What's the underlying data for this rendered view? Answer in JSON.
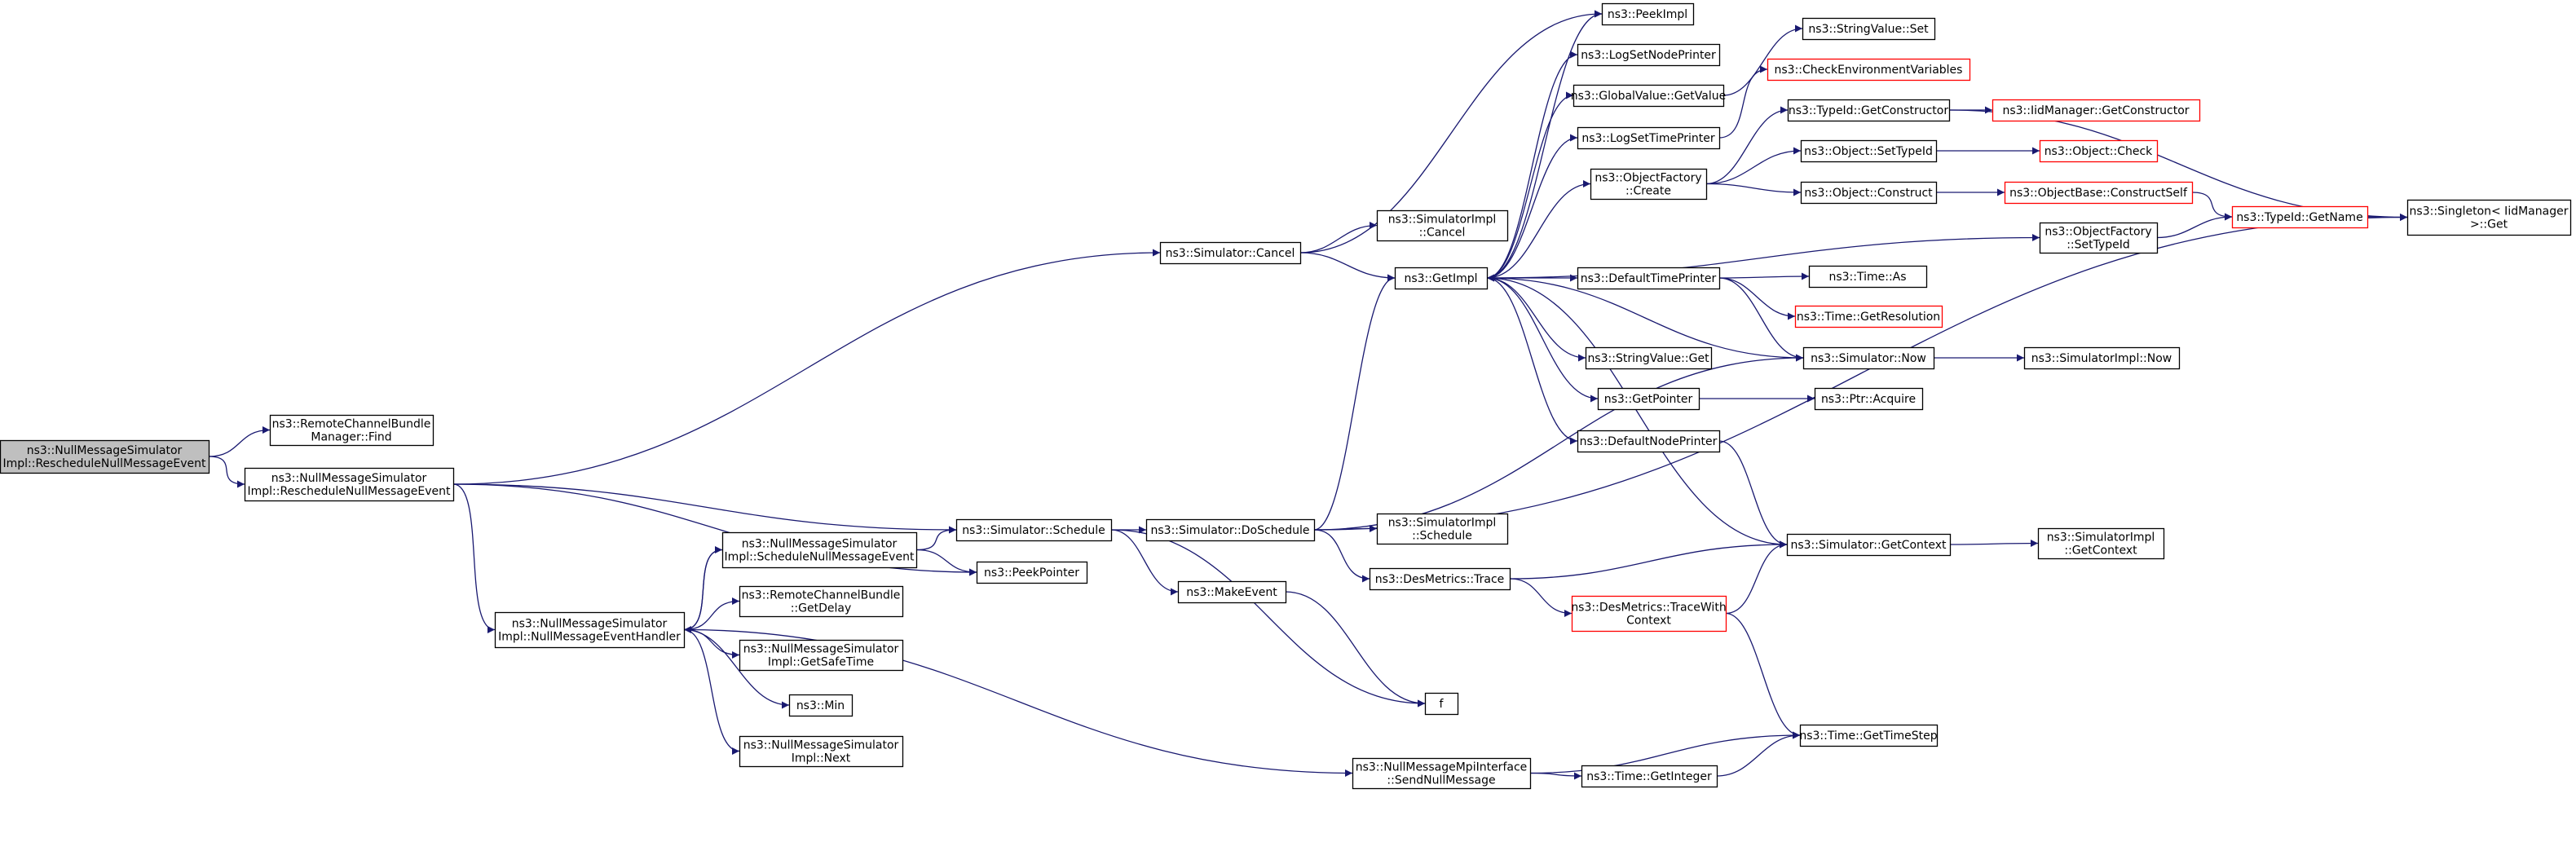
{
  "colors": {
    "edge": "#191970",
    "node_border": "#000000",
    "truncated_border": "#ff0000",
    "root_fill": "#bfbfbf",
    "node_fill": "#ffffff"
  },
  "nodes": [
    {
      "id": "root",
      "lines": [
        "ns3::NullMessageSimulator",
        "Impl::RescheduleNullMessageEvent"
      ],
      "root": true
    },
    {
      "id": "rcbFind",
      "lines": [
        "ns3::RemoteChannelBundle",
        "Manager::Find"
      ]
    },
    {
      "id": "resched",
      "lines": [
        "ns3::NullMessageSimulator",
        "Impl::RescheduleNullMessageEvent"
      ]
    },
    {
      "id": "handler",
      "lines": [
        "ns3::NullMessageSimulator",
        "Impl::NullMessageEventHandler"
      ]
    },
    {
      "id": "schedNME",
      "lines": [
        "ns3::NullMessageSimulator",
        "Impl::ScheduleNullMessageEvent"
      ]
    },
    {
      "id": "rcbDelay",
      "lines": [
        "ns3::RemoteChannelBundle",
        "::GetDelay"
      ]
    },
    {
      "id": "safeTime",
      "lines": [
        "ns3::NullMessageSimulator",
        "Impl::GetSafeTime"
      ]
    },
    {
      "id": "min",
      "lines": [
        "ns3::Min"
      ]
    },
    {
      "id": "next",
      "lines": [
        "ns3::NullMessageSimulator",
        "Impl::Next"
      ]
    },
    {
      "id": "simSchedule",
      "lines": [
        "ns3::Simulator::Schedule"
      ]
    },
    {
      "id": "peekPtr",
      "lines": [
        "ns3::PeekPointer"
      ]
    },
    {
      "id": "simCancel",
      "lines": [
        "ns3::Simulator::Cancel"
      ]
    },
    {
      "id": "doSchedule",
      "lines": [
        "ns3::Simulator::DoSchedule"
      ]
    },
    {
      "id": "makeEvent",
      "lines": [
        "ns3::MakeEvent"
      ]
    },
    {
      "id": "sendNull",
      "lines": [
        "ns3::NullMessageMpiInterface",
        "::SendNullMessage"
      ]
    },
    {
      "id": "simImplCancel",
      "lines": [
        "ns3::SimulatorImpl",
        "::Cancel"
      ]
    },
    {
      "id": "getImpl",
      "lines": [
        "ns3::GetImpl"
      ]
    },
    {
      "id": "simImplSchedule",
      "lines": [
        "ns3::SimulatorImpl",
        "::Schedule"
      ]
    },
    {
      "id": "desTrace",
      "lines": [
        "ns3::DesMetrics::Trace"
      ]
    },
    {
      "id": "f",
      "lines": [
        "f"
      ]
    },
    {
      "id": "peekImpl",
      "lines": [
        "ns3::PeekImpl"
      ]
    },
    {
      "id": "logSetNode",
      "lines": [
        "ns3::LogSetNodePrinter"
      ]
    },
    {
      "id": "gvGetValue",
      "lines": [
        "ns3::GlobalValue::GetValue"
      ]
    },
    {
      "id": "logSetTime",
      "lines": [
        "ns3::LogSetTimePrinter"
      ]
    },
    {
      "id": "ofCreate",
      "lines": [
        "ns3::ObjectFactory",
        "::Create"
      ]
    },
    {
      "id": "defTimePrinter",
      "lines": [
        "ns3::DefaultTimePrinter"
      ]
    },
    {
      "id": "svGet",
      "lines": [
        "ns3::StringValue::Get"
      ]
    },
    {
      "id": "getPointer",
      "lines": [
        "ns3::GetPointer"
      ]
    },
    {
      "id": "defNodePrinter",
      "lines": [
        "ns3::DefaultNodePrinter"
      ]
    },
    {
      "id": "traceWithCtx",
      "lines": [
        "ns3::DesMetrics::TraceWith",
        "Context"
      ],
      "truncated": true
    },
    {
      "id": "timeGetInteger",
      "lines": [
        "ns3::Time::GetInteger"
      ]
    },
    {
      "id": "svSet",
      "lines": [
        "ns3::StringValue::Set"
      ]
    },
    {
      "id": "checkEnv",
      "lines": [
        "ns3::CheckEnvironmentVariables"
      ],
      "truncated": true
    },
    {
      "id": "tidGetCtor",
      "lines": [
        "ns3::TypeId::GetConstructor"
      ]
    },
    {
      "id": "objSetTid",
      "lines": [
        "ns3::Object::SetTypeId"
      ]
    },
    {
      "id": "objConstruct",
      "lines": [
        "ns3::Object::Construct"
      ]
    },
    {
      "id": "ofSetTid",
      "lines": [
        "ns3::ObjectFactory",
        "::SetTypeId"
      ]
    },
    {
      "id": "timeAs",
      "lines": [
        "ns3::Time::As"
      ]
    },
    {
      "id": "timeRes",
      "lines": [
        "ns3::Time::GetResolution"
      ],
      "truncated": true
    },
    {
      "id": "simNow",
      "lines": [
        "ns3::Simulator::Now"
      ]
    },
    {
      "id": "ptrAcquire",
      "lines": [
        "ns3::Ptr::Acquire"
      ]
    },
    {
      "id": "simGetCtx",
      "lines": [
        "ns3::Simulator::GetContext"
      ]
    },
    {
      "id": "timeGetStep",
      "lines": [
        "ns3::Time::GetTimeStep"
      ]
    },
    {
      "id": "iidGetCtor",
      "lines": [
        "ns3::IidManager::GetConstructor"
      ],
      "truncated": true
    },
    {
      "id": "objCheck",
      "lines": [
        "ns3::Object::Check"
      ],
      "truncated": true
    },
    {
      "id": "obConstructSelf",
      "lines": [
        "ns3::ObjectBase::ConstructSelf"
      ],
      "truncated": true
    },
    {
      "id": "tidGetName",
      "lines": [
        "ns3::TypeId::GetName"
      ],
      "truncated": true
    },
    {
      "id": "simImplNow",
      "lines": [
        "ns3::SimulatorImpl::Now"
      ]
    },
    {
      "id": "simImplGetCtx",
      "lines": [
        "ns3::SimulatorImpl",
        "::GetContext"
      ]
    },
    {
      "id": "singletonGet",
      "lines": [
        "ns3::Singleton< IidManager",
        ">::Get"
      ]
    }
  ],
  "edges": [
    [
      "root",
      "rcbFind"
    ],
    [
      "root",
      "resched"
    ],
    [
      "resched",
      "simCancel"
    ],
    [
      "resched",
      "simSchedule"
    ],
    [
      "resched",
      "peekPtr"
    ],
    [
      "resched",
      "handler"
    ],
    [
      "handler",
      "schedNME"
    ],
    [
      "handler",
      "rcbDelay"
    ],
    [
      "handler",
      "safeTime"
    ],
    [
      "handler",
      "min"
    ],
    [
      "handler",
      "next"
    ],
    [
      "handler",
      "sendNull"
    ],
    [
      "schedNME",
      "simSchedule"
    ],
    [
      "schedNME",
      "peekPtr"
    ],
    [
      "schedNME",
      "handler"
    ],
    [
      "simSchedule",
      "doSchedule"
    ],
    [
      "simSchedule",
      "makeEvent"
    ],
    [
      "simSchedule",
      "f"
    ],
    [
      "simCancel",
      "peekImpl"
    ],
    [
      "simCancel",
      "simImplCancel"
    ],
    [
      "simCancel",
      "getImpl"
    ],
    [
      "doSchedule",
      "getImpl"
    ],
    [
      "doSchedule",
      "simImplSchedule"
    ],
    [
      "doSchedule",
      "desTrace"
    ],
    [
      "doSchedule",
      "simNow"
    ],
    [
      "doSchedule",
      "singletonGet"
    ],
    [
      "makeEvent",
      "f"
    ],
    [
      "sendNull",
      "timeGetInteger"
    ],
    [
      "sendNull",
      "timeGetStep"
    ],
    [
      "getImpl",
      "peekImpl"
    ],
    [
      "getImpl",
      "logSetNode"
    ],
    [
      "getImpl",
      "gvGetValue"
    ],
    [
      "getImpl",
      "logSetTime"
    ],
    [
      "getImpl",
      "ofCreate"
    ],
    [
      "getImpl",
      "ofSetTid"
    ],
    [
      "getImpl",
      "defTimePrinter"
    ],
    [
      "getImpl",
      "svGet"
    ],
    [
      "getImpl",
      "getPointer"
    ],
    [
      "getImpl",
      "defNodePrinter"
    ],
    [
      "desTrace",
      "simGetCtx"
    ],
    [
      "desTrace",
      "traceWithCtx"
    ],
    [
      "traceWithCtx",
      "simGetCtx"
    ],
    [
      "traceWithCtx",
      "timeGetStep"
    ],
    [
      "timeGetInteger",
      "timeGetStep"
    ],
    [
      "gvGetValue",
      "svSet"
    ],
    [
      "logSetTime",
      "checkEnv"
    ],
    [
      "ofCreate",
      "tidGetCtor"
    ],
    [
      "ofCreate",
      "objSetTid"
    ],
    [
      "ofCreate",
      "objConstruct"
    ],
    [
      "tidGetCtor",
      "iidGetCtor"
    ],
    [
      "tidGetCtor",
      "singletonGet"
    ],
    [
      "objSetTid",
      "objCheck"
    ],
    [
      "objConstruct",
      "obConstructSelf"
    ],
    [
      "obConstructSelf",
      "tidGetName"
    ],
    [
      "ofSetTid",
      "tidGetName"
    ],
    [
      "tidGetName",
      "singletonGet"
    ],
    [
      "defTimePrinter",
      "timeAs"
    ],
    [
      "defTimePrinter",
      "timeRes"
    ],
    [
      "defTimePrinter",
      "simNow"
    ],
    [
      "simNow",
      "getImpl"
    ],
    [
      "simNow",
      "simImplNow"
    ],
    [
      "getPointer",
      "ptrAcquire"
    ],
    [
      "defNodePrinter",
      "simGetCtx"
    ],
    [
      "simGetCtx",
      "getImpl"
    ],
    [
      "simGetCtx",
      "simImplGetCtx"
    ]
  ]
}
